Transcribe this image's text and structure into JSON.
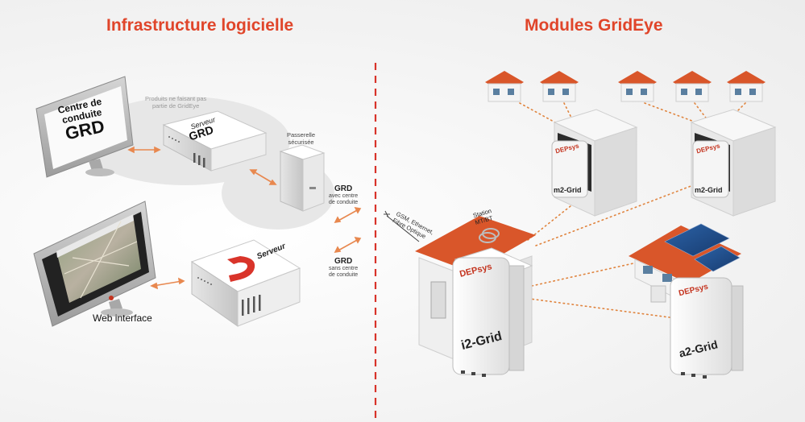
{
  "colors": {
    "accent": "#e0452a",
    "roof": "#d9562a",
    "wall": "#f2f2f2",
    "solar": "#1f4e8c",
    "divider": "#d8332a"
  },
  "titles": {
    "left": "Infrastructure logicielle",
    "right": "Modules GridEye"
  },
  "left": {
    "monitor_grd_screen": {
      "line1": "Centre de",
      "line2": "conduite",
      "line3": "GRD"
    },
    "note": {
      "line1": "Produits ne faisant pas",
      "line2": "partie de GridEye"
    },
    "server_grd": {
      "label": "Serveur",
      "logo": "GRD"
    },
    "gateway": {
      "line1": "Passerelle",
      "line2": "sécurisée"
    },
    "grd_with": {
      "title": "GRD",
      "line1": "avec centre",
      "line2": "de conduite"
    },
    "grd_without": {
      "title": "GRD",
      "line1": "sans centre",
      "line2": "de conduite"
    },
    "server_d": {
      "label": "Serveur"
    },
    "web_interface": "Web interface"
  },
  "right": {
    "comm": {
      "line1": "GSM, Ethernet,",
      "line2": "Fibre Optique"
    },
    "station": {
      "line1": "Station",
      "line2": "MT/BT"
    },
    "modules": [
      {
        "name": "m2-Grid",
        "brand": "DEPsys"
      },
      {
        "name": "m2-Grid",
        "brand": "DEPsys"
      },
      {
        "name": "i2-Grid",
        "brand": "DEPsys"
      },
      {
        "name": "a2-Grid",
        "brand": "DEPsys"
      }
    ]
  }
}
